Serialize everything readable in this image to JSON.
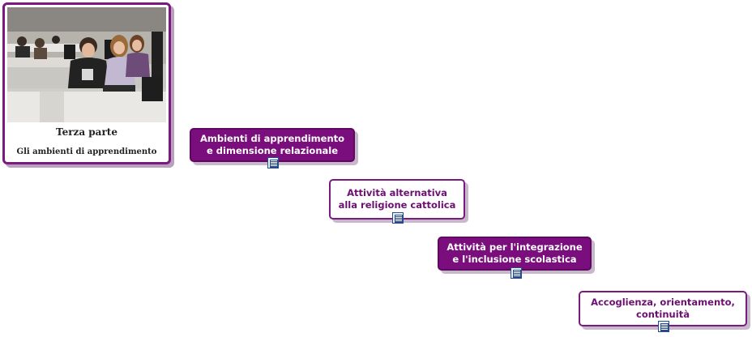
{
  "central": {
    "title": "Terza parte",
    "subtitle": "Gli ambienti di apprendimento"
  },
  "nodes": [
    {
      "label": "Ambienti di apprendimento\ne dimensione relazionale",
      "style": "filled",
      "icon": "note-icon"
    },
    {
      "label": "Attività alternativa\nalla religione cattolica",
      "style": "outline",
      "icon": "note-icon"
    },
    {
      "label": "Attività per l'integrazione\ne l'inclusione scolastica",
      "style": "filled",
      "icon": "note-icon"
    },
    {
      "label": "Accoglienza, orientamento,\ncontinuità",
      "style": "outline",
      "icon": "note-icon"
    }
  ],
  "colors": {
    "accent": "#7a0e7d",
    "outline_text": "#6d1072",
    "icon_border": "#274b8e"
  }
}
